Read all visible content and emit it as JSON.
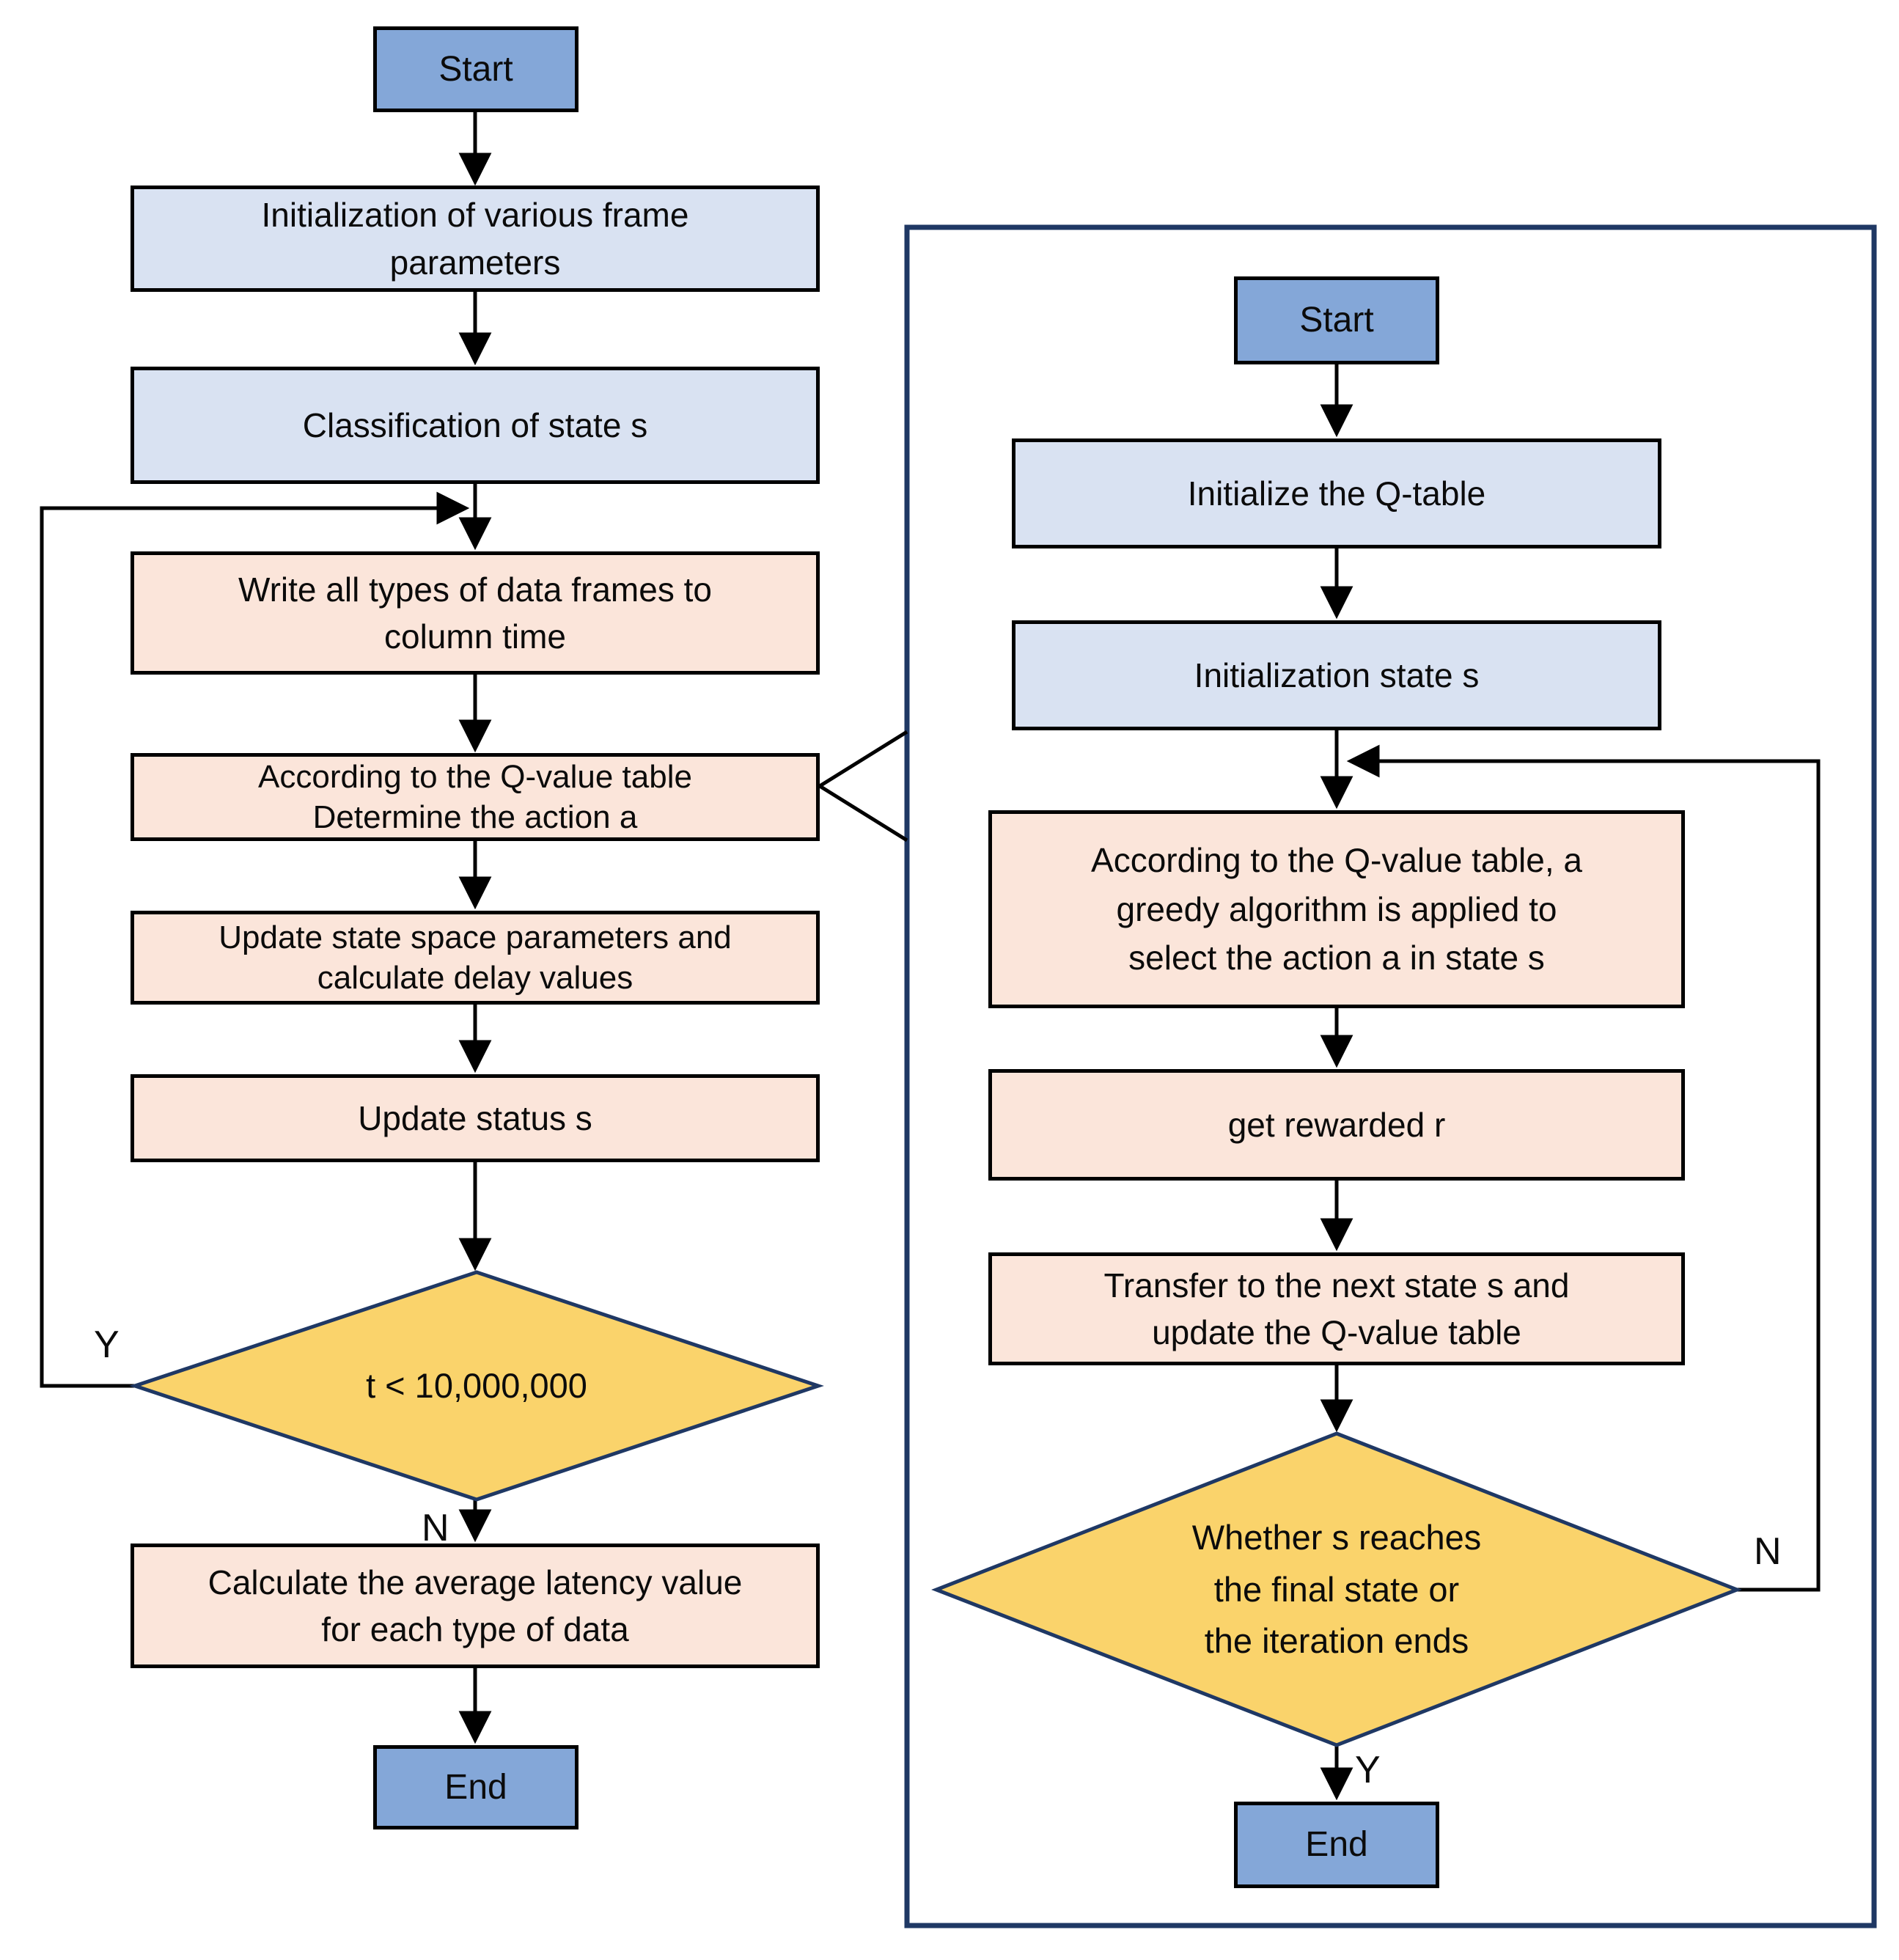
{
  "left_flow": {
    "start_label": "Start",
    "init_frame_params": "Initialization of various frame\nparameters",
    "classification": "Classification of state s",
    "write_frames": "Write all types of data frames to\ncolumn time",
    "determine_action": "According to the Q-value table\nDetermine the action a",
    "update_state_space": "Update state space parameters and\ncalculate delay values",
    "update_status": "Update status s",
    "loop_condition": "t < 10,000,000",
    "loop_yes_label": "Y",
    "loop_no_label": "N",
    "calc_latency": "Calculate the average latency value\nfor each type of data",
    "end_label": "End"
  },
  "right_flow": {
    "start_label": "Start",
    "init_qtable": "Initialize the Q-table",
    "init_state": "Initialization state s",
    "greedy_select": "According to the Q-value table, a\ngreedy algorithm is applied to\nselect the action a in state s",
    "get_reward": "get rewarded r",
    "transfer_update": "Transfer to the next state s and\nupdate the Q-value table",
    "loop_condition": "Whether s reaches\nthe final state or\nthe iteration ends",
    "loop_no_label": "N",
    "loop_yes_label": "Y",
    "end_label": "End"
  },
  "colors": {
    "terminal_fill": "#84A7D8",
    "process_blue_fill": "#D9E2F2",
    "process_pink_fill": "#FBE5DA",
    "decision_fill": "#FAD36B",
    "decision_border": "#1F3864",
    "frame_border": "#1F3864",
    "connector": "#000000"
  }
}
